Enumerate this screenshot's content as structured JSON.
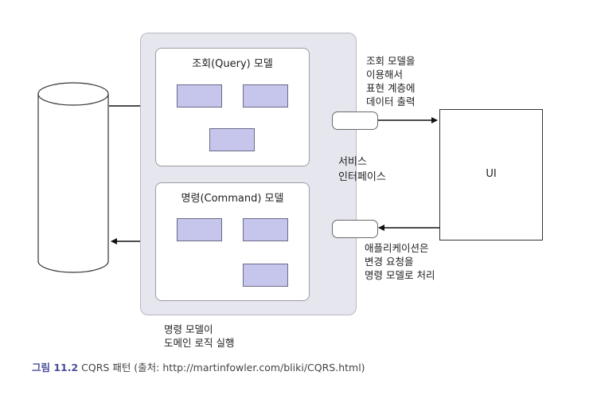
{
  "query_model": {
    "title": "조회(Query) 모델"
  },
  "command_model": {
    "title": "명령(Command) 모델"
  },
  "service_interface": {
    "label": "서비스\n인터페이스"
  },
  "ui": {
    "label": "UI"
  },
  "notes": {
    "query_output": "조회 모델을\n이용해서\n표현 계층에\n데이터 출력",
    "command_input": "애플리케이션은\n변경 요청을\n명령 모델로 처리",
    "command_domain": "명령 모델이\n도메인 로직 실행"
  },
  "caption": {
    "figure": "그림 11.2",
    "text": " CQRS 패턴 (출처: http://martinfowler.com/bliki/CQRS.html)"
  },
  "colors": {
    "block_fill": "#c6c5ec",
    "panel_fill": "#e6e6ee",
    "caption_accent": "#4a4f9a"
  }
}
